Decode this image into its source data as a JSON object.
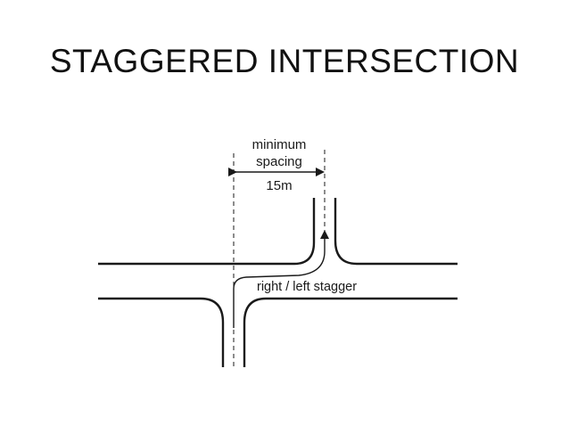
{
  "slide": {
    "title": "STAGGERED INTERSECTION"
  },
  "diagram": {
    "spacing_label": {
      "line1": "minimum",
      "line2": "spacing",
      "distance": "15m"
    },
    "path_label": "right / left stagger"
  },
  "colors": {
    "ink": "#1a1a1a",
    "background": "#ffffff"
  }
}
